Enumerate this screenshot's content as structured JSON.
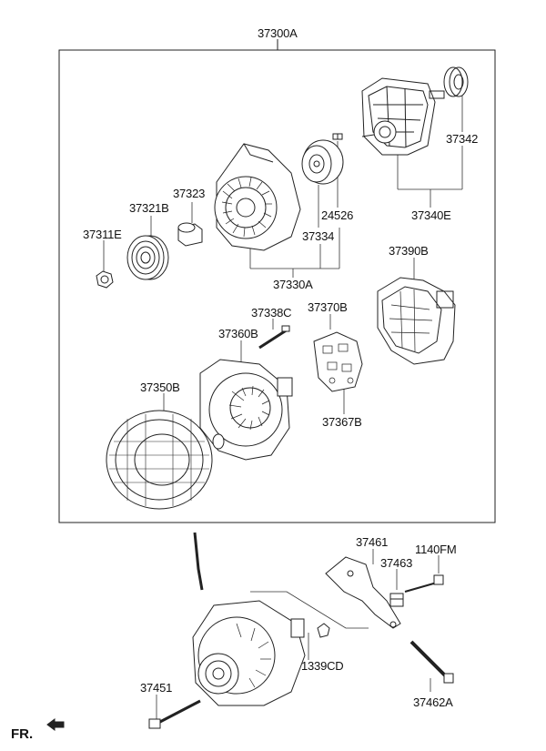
{
  "diagram": {
    "assembly_label": "37300A",
    "parts": {
      "p37342": "37342",
      "p37340E": "37340E",
      "p24526": "24526",
      "p37334": "37334",
      "p37330A": "37330A",
      "p37323": "37323",
      "p37321B": "37321B",
      "p37311E": "37311E",
      "p37390B": "37390B",
      "p37338C": "37338C",
      "p37370B": "37370B",
      "p37360B": "37360B",
      "p37350B": "37350B",
      "p37367B": "37367B",
      "p37461": "37461",
      "p1140FM": "1140FM",
      "p37463": "37463",
      "p1339CD": "1339CD",
      "p37451": "37451",
      "p37462A": "37462A"
    },
    "front_marker": "FR."
  }
}
